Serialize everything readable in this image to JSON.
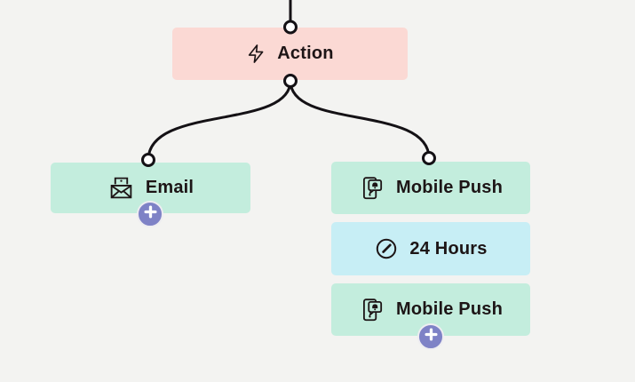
{
  "colors": {
    "background": "#f3f3f1",
    "action_node_bg": "#fbd9d4",
    "message_node_bg": "#c3eddd",
    "delay_node_bg": "#c7eef5",
    "add_button_bg": "#7e82c6",
    "connector_line": "#141115",
    "node_text": "#1d1516"
  },
  "workflow": {
    "root": {
      "label": "Action",
      "icon": "lightning-icon",
      "type": "action"
    },
    "branches": [
      {
        "nodes": [
          {
            "label": "Email",
            "icon": "email-envelope-icon",
            "type": "message",
            "has_add_button": true
          }
        ]
      },
      {
        "nodes": [
          {
            "label": "Mobile Push",
            "icon": "mobile-push-icon",
            "type": "message",
            "has_add_button": false
          },
          {
            "label": "24 Hours",
            "icon": "clock-icon",
            "type": "delay",
            "has_add_button": false
          },
          {
            "label": "Mobile Push",
            "icon": "mobile-push-icon",
            "type": "message",
            "has_add_button": true
          }
        ]
      }
    ],
    "add_button_glyph": "+",
    "edges": [
      {
        "from": "entry",
        "to": "action"
      },
      {
        "from": "action",
        "to": "email"
      },
      {
        "from": "action",
        "to": "mobile-push-1"
      }
    ]
  }
}
